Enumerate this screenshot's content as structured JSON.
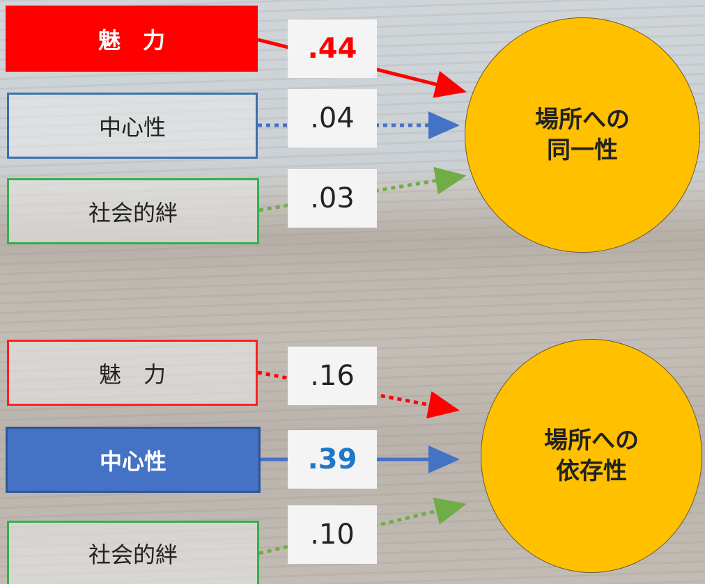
{
  "top": {
    "target_line1": "場所への",
    "target_line2": "同一性",
    "sources": [
      {
        "label": "魅　力",
        "value": ".44",
        "significant": true,
        "color": "#ff0000"
      },
      {
        "label": "中心性",
        "value": ".04",
        "significant": false,
        "color": "#4472c4"
      },
      {
        "label": "社会的絆",
        "value": ".03",
        "significant": false,
        "color": "#70ad47"
      }
    ]
  },
  "bottom": {
    "target_line1": "場所への",
    "target_line2": "依存性",
    "sources": [
      {
        "label": "魅　力",
        "value": ".16",
        "significant": false,
        "color": "#ff0000"
      },
      {
        "label": "中心性",
        "value": ".39",
        "significant": true,
        "color": "#4472c4"
      },
      {
        "label": "社会的絆",
        "value": ".10",
        "significant": false,
        "color": "#70ad47"
      }
    ]
  },
  "colors": {
    "circle_fill": "#ffc000",
    "value_red": "#ff0000",
    "value_blue": "#1f78c8"
  }
}
